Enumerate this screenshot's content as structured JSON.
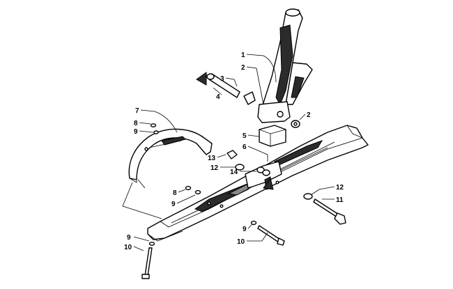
{
  "callouts": {
    "c1": "1",
    "c2a": "2",
    "c3": "3",
    "c4": "4",
    "c2b": "2",
    "c5": "5",
    "c6": "6",
    "c7": "7",
    "c8a": "8",
    "c9a": "9",
    "c13": "13",
    "c12a": "12",
    "c14": "14",
    "c8b": "8",
    "c9b": "9",
    "c12b": "12",
    "c11": "11",
    "c9c": "9",
    "c10a": "10",
    "c9d": "9",
    "c10b": "10"
  },
  "colors": {
    "line": "#000000",
    "background": "#ffffff",
    "shade": "#2b2b2b"
  }
}
